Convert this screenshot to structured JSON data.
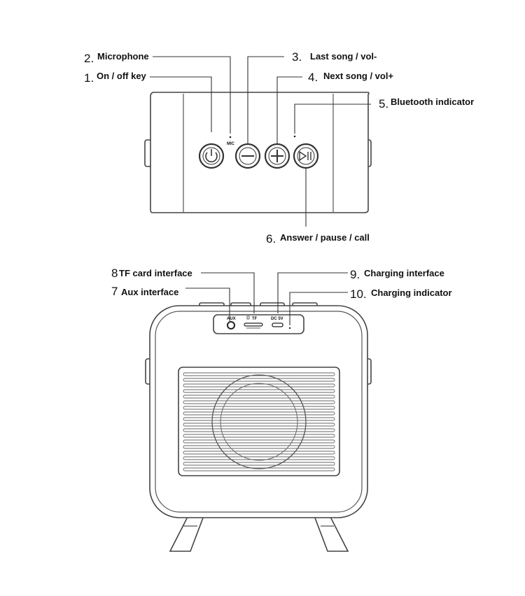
{
  "top_view": {
    "callouts": [
      {
        "number": "1.",
        "label": "On / off key"
      },
      {
        "number": "2.",
        "label": "Microphone"
      },
      {
        "number": "3.",
        "label": "Last song / vol-"
      },
      {
        "number": "4.",
        "label": "Next song / vol+"
      },
      {
        "number": "5.",
        "label": "Bluetooth indicator"
      },
      {
        "number": "6.",
        "label": "Answer / pause / call"
      }
    ],
    "mic_marking": "MIC"
  },
  "rear_view": {
    "callouts": [
      {
        "number": "7",
        "label": "Aux interface"
      },
      {
        "number": "8",
        "label": "TF card interface"
      },
      {
        "number": "9.",
        "label": "Charging interface"
      },
      {
        "number": "10.",
        "label": "Charging indicator"
      }
    ],
    "port_markings": {
      "aux": "AUX",
      "tf": "TF",
      "dc": "DC 5V"
    }
  }
}
